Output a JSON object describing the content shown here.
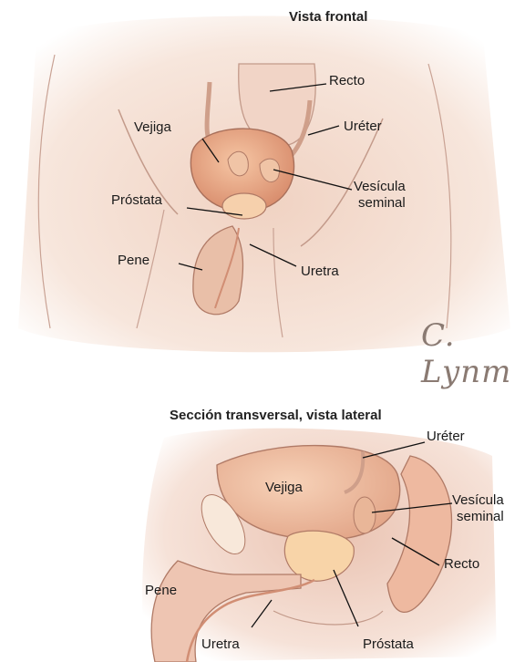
{
  "top": {
    "title": "Vista frontal",
    "labels": {
      "recto": "Recto",
      "ureter": "Uréter",
      "vejiga": "Vejiga",
      "vesicula": "Vesícula\nseminal",
      "prostata": "Próstata",
      "pene": "Pene",
      "uretra": "Uretra"
    },
    "signature": "C. Lynm"
  },
  "bottom": {
    "title": "Sección transversal, vista lateral",
    "labels": {
      "ureter": "Uréter",
      "vejiga": "Vejiga",
      "vesicula": "Vesícula\nseminal",
      "recto": "Recto",
      "pene": "Pene",
      "uretra": "Uretra",
      "prostata": "Próstata"
    }
  },
  "colors": {
    "skin": "#f3ddd0",
    "skin_dark": "#dcb4a0",
    "organ": "#e7a98a",
    "organ_light": "#f5c9a8",
    "outline": "#b07a66",
    "leader": "#111111"
  }
}
